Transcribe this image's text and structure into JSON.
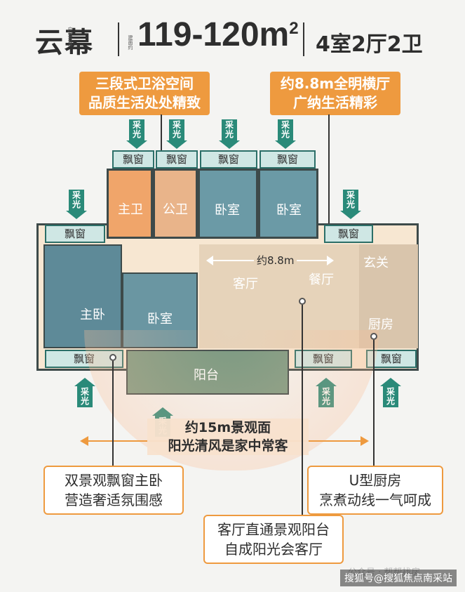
{
  "header": {
    "project_name": "云幕",
    "area": "119-120m",
    "area_sup": "2",
    "layout_type": "4室2厅2卫",
    "tiny_note_left": "户型示意",
    "tiny_note_right": "建面约"
  },
  "callouts": {
    "bathroom": [
      "三段式卫浴空间",
      "品质生活处处精致"
    ],
    "living_hall": [
      "约8.8m全明横厅",
      "广纳生活精彩"
    ],
    "master_bedroom": [
      "双景观飘窗主卧",
      "营造奢适氛围感"
    ],
    "kitchen": [
      "U型厨房",
      "烹煮动线一气呵成"
    ],
    "balcony": [
      "客厅直通景观阳台",
      "自成阳光会客厅"
    ]
  },
  "view_text": [
    "约15m景观面",
    "阳光清风是家中常客"
  ],
  "light_label": [
    "采",
    "光"
  ],
  "rooms": {
    "master_bath": "主卫",
    "public_bath": "公卫",
    "bedroom_a": "卧室",
    "bedroom_b": "卧室",
    "master_bedroom": "主卧",
    "bedroom_c": "卧室",
    "living_room": "客厅",
    "dining_room": "餐厅",
    "entrance": "玄关",
    "kitchen": "厨房",
    "balcony": "阳台"
  },
  "bay_window_label": "飘窗",
  "dimension": "约8.8m",
  "watermark": "搜狐号@搜狐焦点南采站",
  "watermark_faint": "公众号 · 帮帮找房",
  "colors": {
    "accent_orange": "#ee9a3f",
    "light_green": "#2a8a79",
    "wall_teal": "#2b6f68"
  }
}
